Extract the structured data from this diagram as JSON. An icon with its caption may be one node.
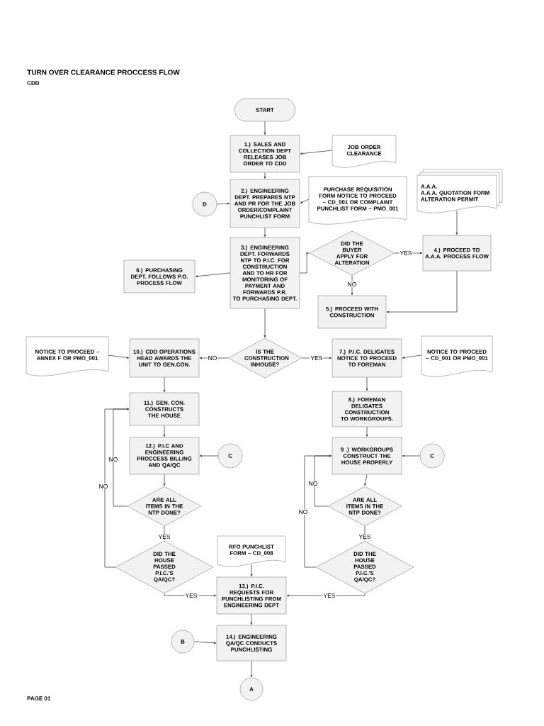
{
  "diagram": {
    "title": "TURN OVER CLEARANCE PROCCESS FLOW",
    "nodes": [
      {
        "text": [
          "START"
        ]
      },
      {
        "text": [
          "1.) SALES AND COLLECTION DEPT RELEASES JOB ORDER TO CDD"
        ]
      },
      {
        "text": [
          "JOB ORDER CLEARANCE"
        ]
      },
      {
        "text": [
          "D"
        ]
      },
      {
        "text": [
          "2.) ENGINEERING DEPT. PREPARES NTP AND PR FOR THE JOB ORDER/COMPLAINT PUNCHLIST FORM"
        ]
      },
      {
        "text": [
          "PURCHASE REQUISITION FORM NOTICE TO PROCEED – CD_001 OR COMPLAINT PUNCHLIST FORM – PMO_001"
        ]
      },
      {
        "text": [
          "A.A.A.",
          "A.A.A. QUOTATION FORM",
          "ALTERATION PERMIT"
        ]
      },
      {
        "text": [
          "3.) ENGINEERING DEPT. FORWARDS NTP TO P.I.C. FOR CONSTRUCTION AND TO HR FOR MONITORING OF PAYMENT AND FORWARDS P.R. TO PURCHASING DEPT."
        ]
      },
      {
        "text": [
          "6.) PURCHASING DEPT. FOLLOWS P.O. PROCESS FLOW"
        ]
      },
      {
        "text": [
          "DID THE BUYER APPLY FOR ALTERATION"
        ]
      },
      {
        "text": [
          "4.) PROCEED TO A.A.A. PROCESS FLOW"
        ]
      },
      {
        "text": [
          "5.) PROCEED WITH CONSTRUCTION"
        ]
      },
      {
        "text": [
          "NOTICE TO PROCEED – ANNEX F OR PMO_001"
        ]
      },
      {
        "text": [
          "10.) CDD OPERATIONS HEAD AWARDS THE UNIT TO GEN.CON."
        ]
      },
      {
        "text": [
          "IS THE CONSTRUCTION INHOUSE?"
        ]
      },
      {
        "text": [
          "7.) P.I.C. DELIGATES NOTICE TO PROCEED TO FOREMAN"
        ]
      },
      {
        "text": [
          "NOTICE TO PROCEED – CD_001 OR PMO_001"
        ]
      },
      {
        "text": [
          "11.) GEN. CON. CONSTRUCTS THE HOUSE"
        ]
      },
      {
        "text": [
          "8.) FOREMAN DELIGATES CONSTRUCTION TO WORKGROUPS."
        ]
      },
      {
        "text": [
          "12.) P.I.C AND ENGINEERING PROCCESS BILLING AND QA/QC"
        ]
      },
      {
        "text": [
          "C"
        ]
      },
      {
        "text": [
          "9 .) WORKGROUPS CONSTRUCT THE HOUSE PROPERLY"
        ]
      },
      {
        "text": [
          "C"
        ]
      },
      {
        "text": [
          "ARE ALL ITEMS IN THE NTP DONE?"
        ]
      },
      {
        "text": [
          "ARE ALL ITEMS IN THE NTP DONE?"
        ]
      },
      {
        "text": [
          "DID THE HOUSE PASSED P.I.C.'S QA/QC?"
        ]
      },
      {
        "text": [
          "RFO PUNCHLIST FORM – CD_008"
        ]
      },
      {
        "text": [
          "DID THE HOUSE PASSED P.I.C.'S QA/QC?"
        ]
      },
      {
        "text": [
          "13.) P.I.C. REQUESTS FOR PUNCHLISTING FROM ENGINEERING DEPT"
        ]
      },
      {
        "text": [
          "B"
        ]
      },
      {
        "text": [
          "14.) ENGINEERING QA/QC CONDUCTS PUNCHLISTING"
        ]
      },
      {
        "text": [
          "A"
        ]
      }
    ],
    "edges": [
      {
        "from": 0,
        "to": 1,
        "arrow": "to"
      },
      {
        "from": 2,
        "to": 1,
        "arrow": "to"
      },
      {
        "from": 1,
        "to": 4,
        "arrow": "to"
      },
      {
        "from": 3,
        "to": 4,
        "arrow": "to"
      },
      {
        "from": 5,
        "to": 4,
        "arrow": "to"
      },
      {
        "from": 4,
        "to": 7,
        "arrow": "to"
      },
      {
        "from": 6,
        "to": 10,
        "arrow": "to"
      },
      {
        "from": 7,
        "to": 8,
        "arrow": "to"
      },
      {
        "from": 7,
        "to": 9,
        "arrow": "to"
      },
      {
        "from": 9,
        "to": 10,
        "arrow": "to",
        "label": "YES"
      },
      {
        "from": 9,
        "to": 11,
        "arrow": "to",
        "label": "NO"
      },
      {
        "from": 10,
        "to": 11,
        "arrow": "to"
      },
      {
        "from": 7,
        "to": 14,
        "arrow": "to"
      },
      {
        "from": 14,
        "to": 13,
        "arrow": "to",
        "label": "NO"
      },
      {
        "from": 14,
        "to": 15,
        "arrow": "to",
        "label": "YES"
      },
      {
        "from": 12,
        "to": 13,
        "arrow": "to"
      },
      {
        "from": 16,
        "to": 15,
        "arrow": "to"
      },
      {
        "from": 13,
        "to": 17,
        "arrow": "to"
      },
      {
        "from": 15,
        "to": 18,
        "arrow": "to"
      },
      {
        "from": 17,
        "to": 19,
        "arrow": "to"
      },
      {
        "from": 18,
        "to": 21,
        "arrow": "to"
      },
      {
        "from": 20,
        "to": 19,
        "arrow": "to"
      },
      {
        "from": 22,
        "to": 21,
        "arrow": "to"
      },
      {
        "from": 19,
        "to": 23,
        "arrow": "to"
      },
      {
        "from": 23,
        "to": 17,
        "arrow": "to",
        "label": "NO"
      },
      {
        "from": 23,
        "to": 25,
        "arrow": "to",
        "label": "YES"
      },
      {
        "from": 25,
        "to": 17,
        "arrow": "to",
        "label": "NO"
      },
      {
        "from": 25,
        "to": 28,
        "arrow": "to",
        "label": "YES"
      },
      {
        "from": 26,
        "to": 28,
        "arrow": "to"
      },
      {
        "from": 21,
        "to": 24,
        "arrow": "to"
      },
      {
        "from": 24,
        "to": 21,
        "arrow": "to",
        "label": "NO"
      },
      {
        "from": 24,
        "to": 27,
        "arrow": "to",
        "label": "YES"
      },
      {
        "from": 27,
        "to": 21,
        "arrow": "to",
        "label": "NO"
      },
      {
        "from": 27,
        "to": 28,
        "arrow": "to",
        "label": "YES"
      },
      {
        "from": 28,
        "to": 30,
        "arrow": "to"
      },
      {
        "from": 29,
        "to": 30,
        "arrow": "to"
      },
      {
        "from": 30,
        "to": 31,
        "arrow": "to"
      }
    ],
    "labels": [
      "CDD",
      "PAGE 01"
    ]
  }
}
